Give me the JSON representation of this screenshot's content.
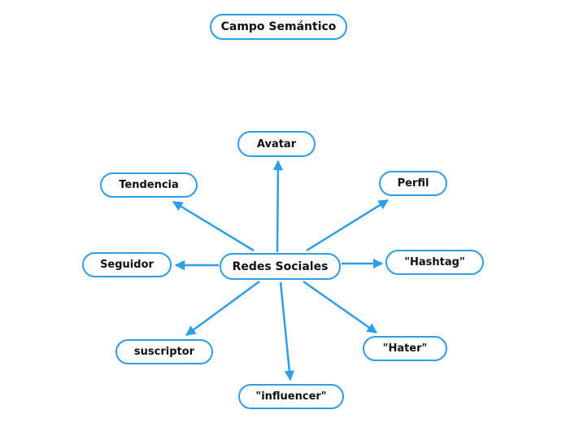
{
  "diagram": {
    "type": "mindmap",
    "title_node": "Campo Semántico",
    "center_node": "Redes Sociales",
    "branches": [
      "Avatar",
      "Perfil",
      "Tendencia",
      "Seguidor",
      "\"Hashtag\"",
      "suscriptor",
      "\"Hater\"",
      "\"influencer\""
    ],
    "colors": {
      "accent": "#2e9ee7",
      "text": "#111111",
      "background": "#ffffff"
    }
  }
}
